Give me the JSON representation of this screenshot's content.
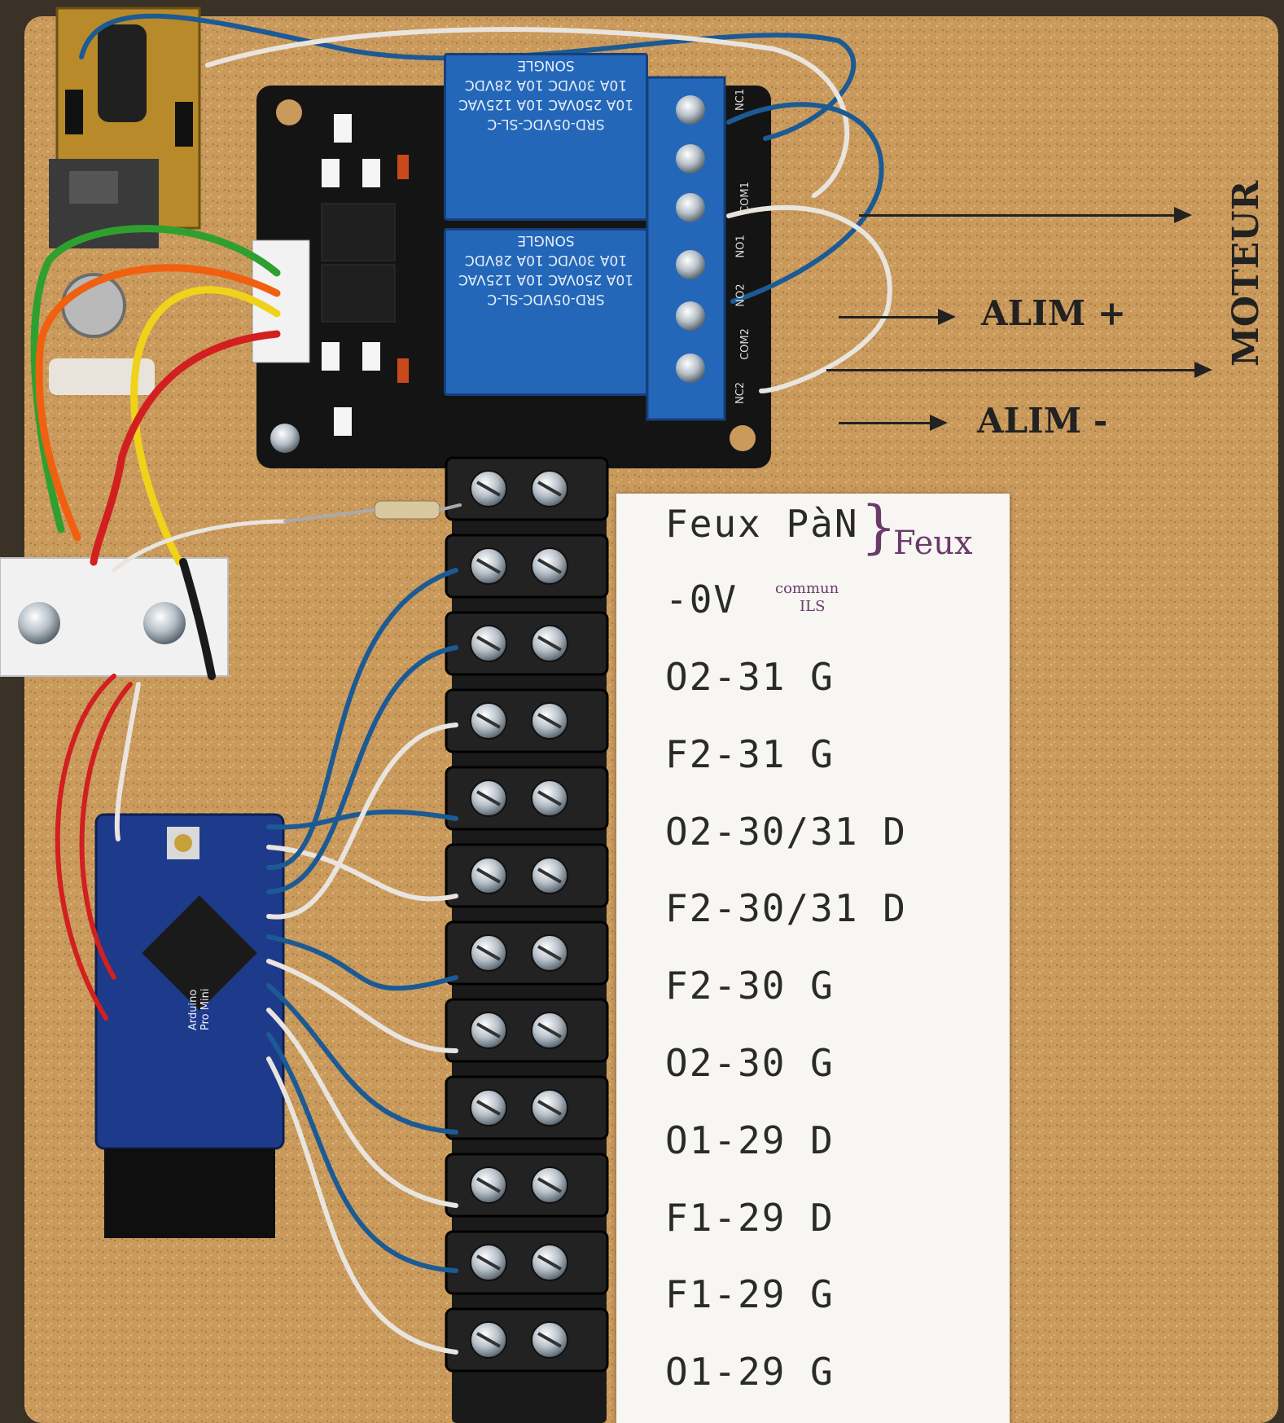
{
  "labels": {
    "terminal_labels": [
      "Feux PàN",
      "-0V",
      "O2-31 G",
      "F2-31 G",
      "O2-30/31 D",
      "F2-30/31 D",
      "F2-30 G",
      "O2-30 G",
      "O1-29 D",
      "F1-29 D",
      "F1-29 G",
      "O1-29 G"
    ],
    "feux_note": "Feux",
    "commun_note_1": "commun",
    "commun_note_2": "ILS"
  },
  "annotations": {
    "moteur": "MOTEUR",
    "alim_plus": "ALIM +",
    "alim_minus": "ALIM -"
  },
  "relay_module": {
    "relay_1_text": [
      "SRD-05VDC-SL-C",
      "10A 250VAC 10A 125VAC",
      "10A 30VDC 10A 28VDC",
      "SONGLE"
    ],
    "relay_2_text": [
      "SRD-05VDC-SL-C",
      "10A 250VAC 10A 125VAC",
      "10A 30VDC 10A 28VDC",
      "SONGLE"
    ],
    "terminal_marks": [
      "NO1",
      "COM1",
      "NC1",
      "NO2",
      "COM2",
      "NC2"
    ]
  },
  "arduino": {
    "board_text": [
      "Arduino",
      "Pro Mini"
    ]
  },
  "colors": {
    "board": "#c99a5c",
    "relay_blue": "#2467b9",
    "pcb_black": "#141414",
    "arduino_blue": "#1e3a8a",
    "wire_blue": "#1c5a94",
    "wire_white": "#e9e4de",
    "wire_red": "#d21f1f",
    "wire_yellow": "#f0d21a",
    "wire_green": "#2fa02f",
    "wire_orange": "#f06010",
    "led_red": "#e21e1e"
  }
}
